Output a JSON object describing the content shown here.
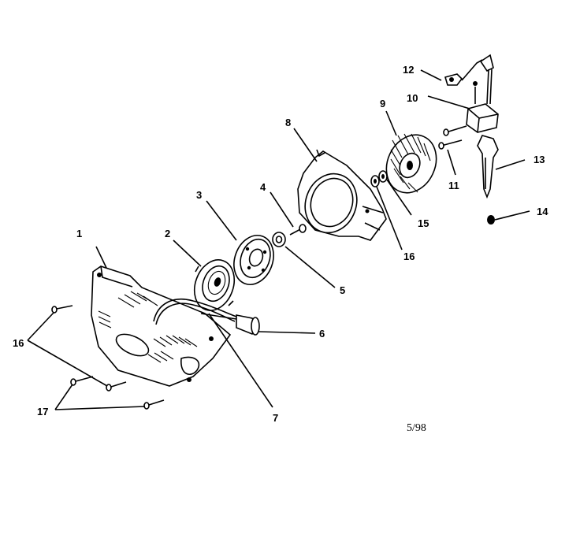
{
  "callouts": [
    {
      "id": "c1",
      "text": "1"
    },
    {
      "id": "c2",
      "text": "2"
    },
    {
      "id": "c3",
      "text": "3"
    },
    {
      "id": "c4",
      "text": "4"
    },
    {
      "id": "c5",
      "text": "5"
    },
    {
      "id": "c6",
      "text": "6"
    },
    {
      "id": "c7",
      "text": "7"
    },
    {
      "id": "c8",
      "text": "8"
    },
    {
      "id": "c9",
      "text": "9"
    },
    {
      "id": "c10",
      "text": "10"
    },
    {
      "id": "c11",
      "text": "11"
    },
    {
      "id": "c12",
      "text": "12"
    },
    {
      "id": "c13",
      "text": "13"
    },
    {
      "id": "c14",
      "text": "14"
    },
    {
      "id": "c15",
      "text": "15"
    },
    {
      "id": "c16a",
      "text": "16"
    },
    {
      "id": "c16b",
      "text": "16"
    },
    {
      "id": "c17",
      "text": "17"
    }
  ],
  "date_code": "5/98"
}
